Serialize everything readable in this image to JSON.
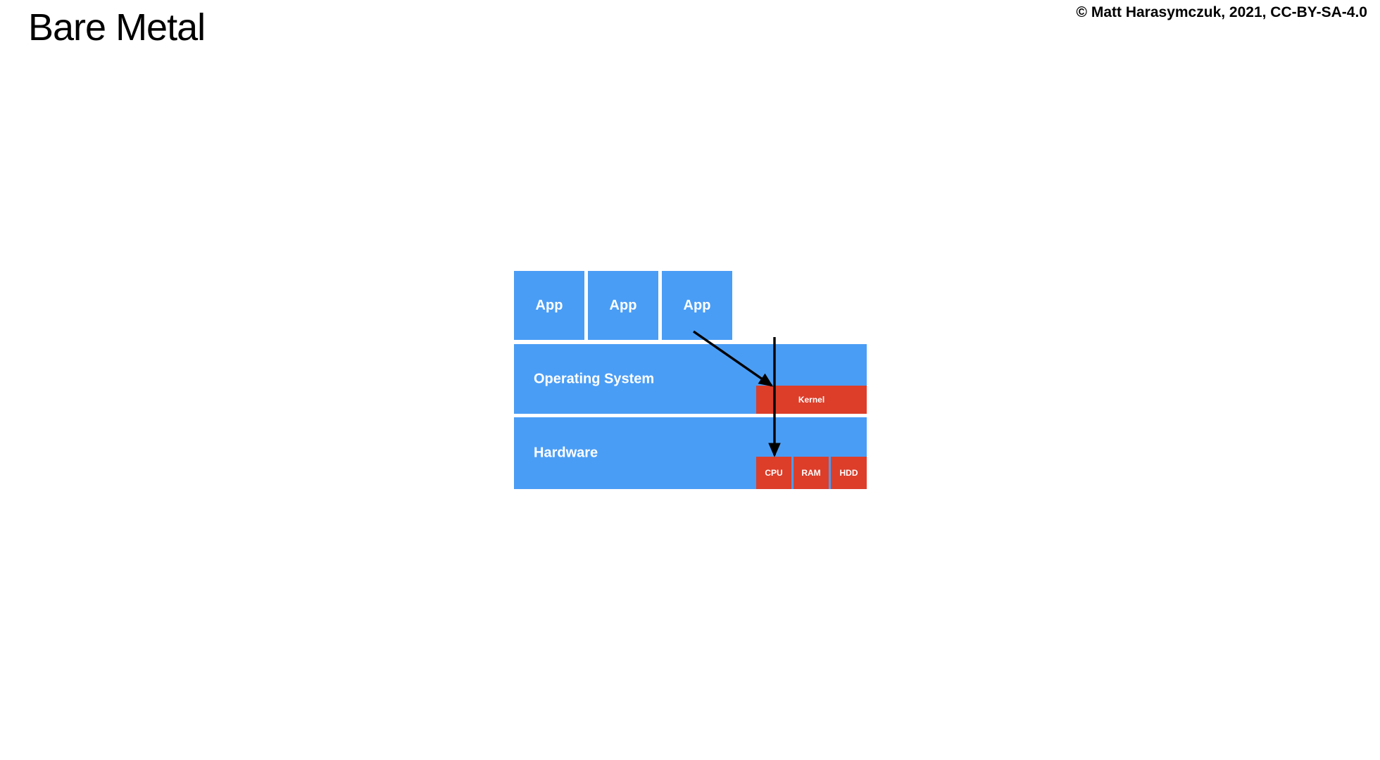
{
  "slide": {
    "title": "Bare Metal",
    "copyright": "© Matt Harasymczuk, 2021, CC-BY-SA-4.0"
  },
  "colors": {
    "software_blue": "#4a9df5",
    "hardware_red": "#dc3e2a",
    "text_on_fill": "#ffffff",
    "arrow": "#000000",
    "background": "#ffffff"
  },
  "diagram": {
    "name": "bare-metal-stack",
    "apps": [
      {
        "label": "App"
      },
      {
        "label": "App"
      },
      {
        "label": "App"
      }
    ],
    "layers": [
      {
        "id": "os",
        "label": "Operating System"
      },
      {
        "id": "hardware",
        "label": "Hardware"
      }
    ],
    "kernel": {
      "label": "Kernel"
    },
    "hardware_components": [
      {
        "label": "CPU"
      },
      {
        "label": "RAM"
      },
      {
        "label": "HDD"
      }
    ],
    "arrows": [
      {
        "name": "app-to-kernel",
        "from": "App",
        "to": "Kernel"
      },
      {
        "name": "kernel-to-cpu",
        "from": "Kernel",
        "to": "CPU"
      }
    ]
  }
}
